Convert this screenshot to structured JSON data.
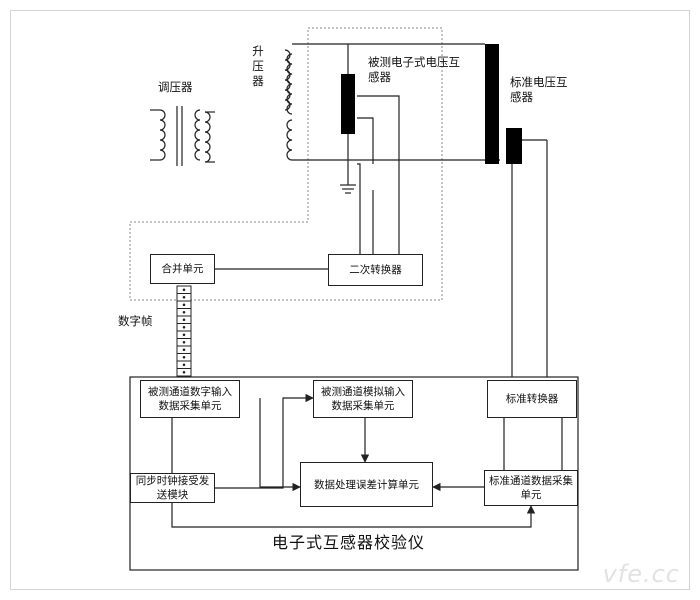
{
  "labels": {
    "regulator": "调压器",
    "step_up": "升压器",
    "dut_transformer": "被测电子式电压互感器",
    "std_transformer": "标准电压互感器",
    "data_frame": "数字帧",
    "calibrator_title": "电子式互感器校验仪"
  },
  "boxes": {
    "merging_unit": "合并单元",
    "secondary_converter": "二次转换器",
    "dut_digital_input": "被测通道数字输入数据采集单元",
    "dut_analog_input": "被测通道模拟输入数据采集单元",
    "std_converter": "标准转换器",
    "sync_clock": "同步时钟接受发送模块",
    "data_processing": "数据处理误差计算单元",
    "std_channel_acq": "标准通道数据采集单元"
  },
  "watermark": "vfe.cc",
  "colors": {
    "line": "#222222",
    "core": "#000000",
    "dashed": "#888888",
    "frame": "#d4d4d4"
  }
}
